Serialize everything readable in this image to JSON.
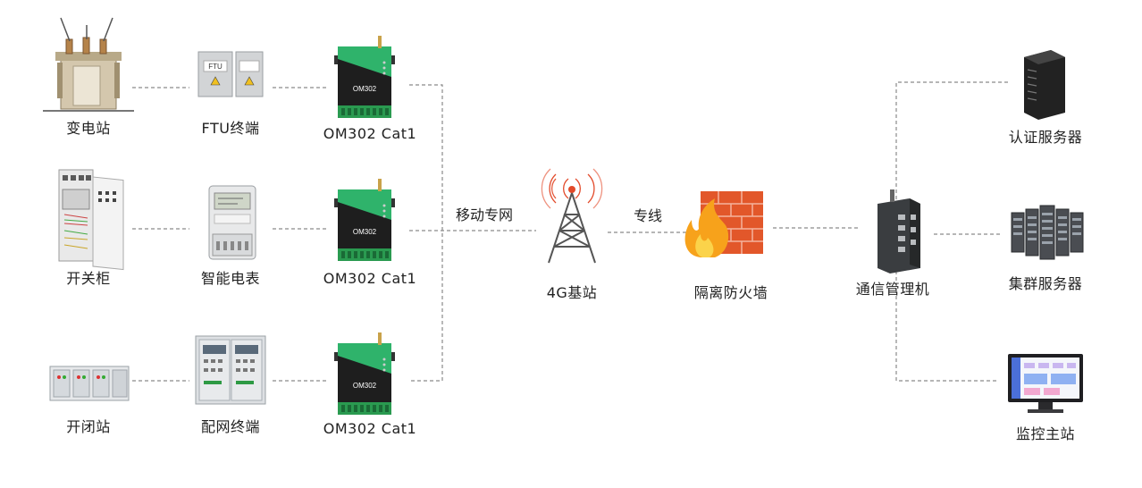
{
  "sources": {
    "substation": "变电站",
    "switch_cabinet": "开关柜",
    "switching_station": "开闭站"
  },
  "terminals": {
    "ftu": "FTU终端",
    "smart_meter": "智能电表",
    "dtu": "配网终端",
    "ftu_panel_text": "FTU"
  },
  "router": {
    "label": "OM302 Cat1",
    "model_text": "OM302"
  },
  "network": {
    "mobile_private": "移动专网",
    "base_station": "4G基站",
    "dedicated_line": "专线",
    "firewall": "隔离防火墙",
    "comm_manager": "通信管理机"
  },
  "servers": {
    "auth": "认证服务器",
    "cluster": "集群服务器",
    "monitor": "监控主站"
  },
  "colors": {
    "line": "#8a8a8a",
    "router_green": "#2fb36b",
    "router_body": "#1c1c1c",
    "firewall_brick": "#e2572a",
    "flame": "#f7a21b",
    "signal": "#e24a2a"
  }
}
